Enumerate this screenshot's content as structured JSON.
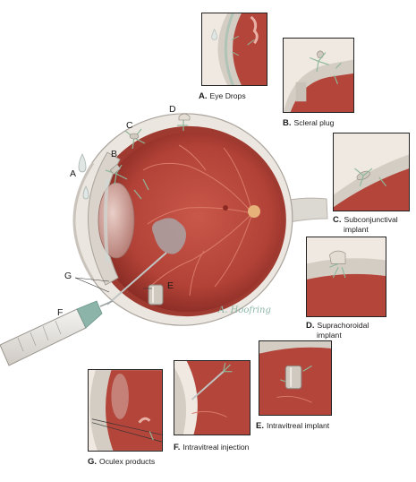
{
  "labels": {
    "a": "A",
    "b": "B",
    "c": "C",
    "d": "D",
    "e": "E",
    "f": "F",
    "g": "G"
  },
  "captions": {
    "a": {
      "letter": "A.",
      "text": "Eye Drops"
    },
    "b": {
      "letter": "B.",
      "text": "Scleral plug"
    },
    "c": {
      "letter": "C.",
      "line1": "Subconjunctival",
      "line2": "implant"
    },
    "d": {
      "letter": "D.",
      "line1": "Suprachoroidal",
      "line2": "implant"
    },
    "e": {
      "letter": "E.",
      "text": "Intravitreal implant"
    },
    "f": {
      "letter": "F.",
      "text": "Intravitreal injection"
    },
    "g": {
      "letter": "G.",
      "text": "Oculex products"
    }
  },
  "signature": "A. Hoofring",
  "colors": {
    "retina": "#b5453c",
    "retina_dark": "#7e2620",
    "sclera": "#e9e4dc",
    "vessel": "#d97a6a",
    "arrow": "#8fb89a",
    "needle": "#bfc6c4"
  }
}
